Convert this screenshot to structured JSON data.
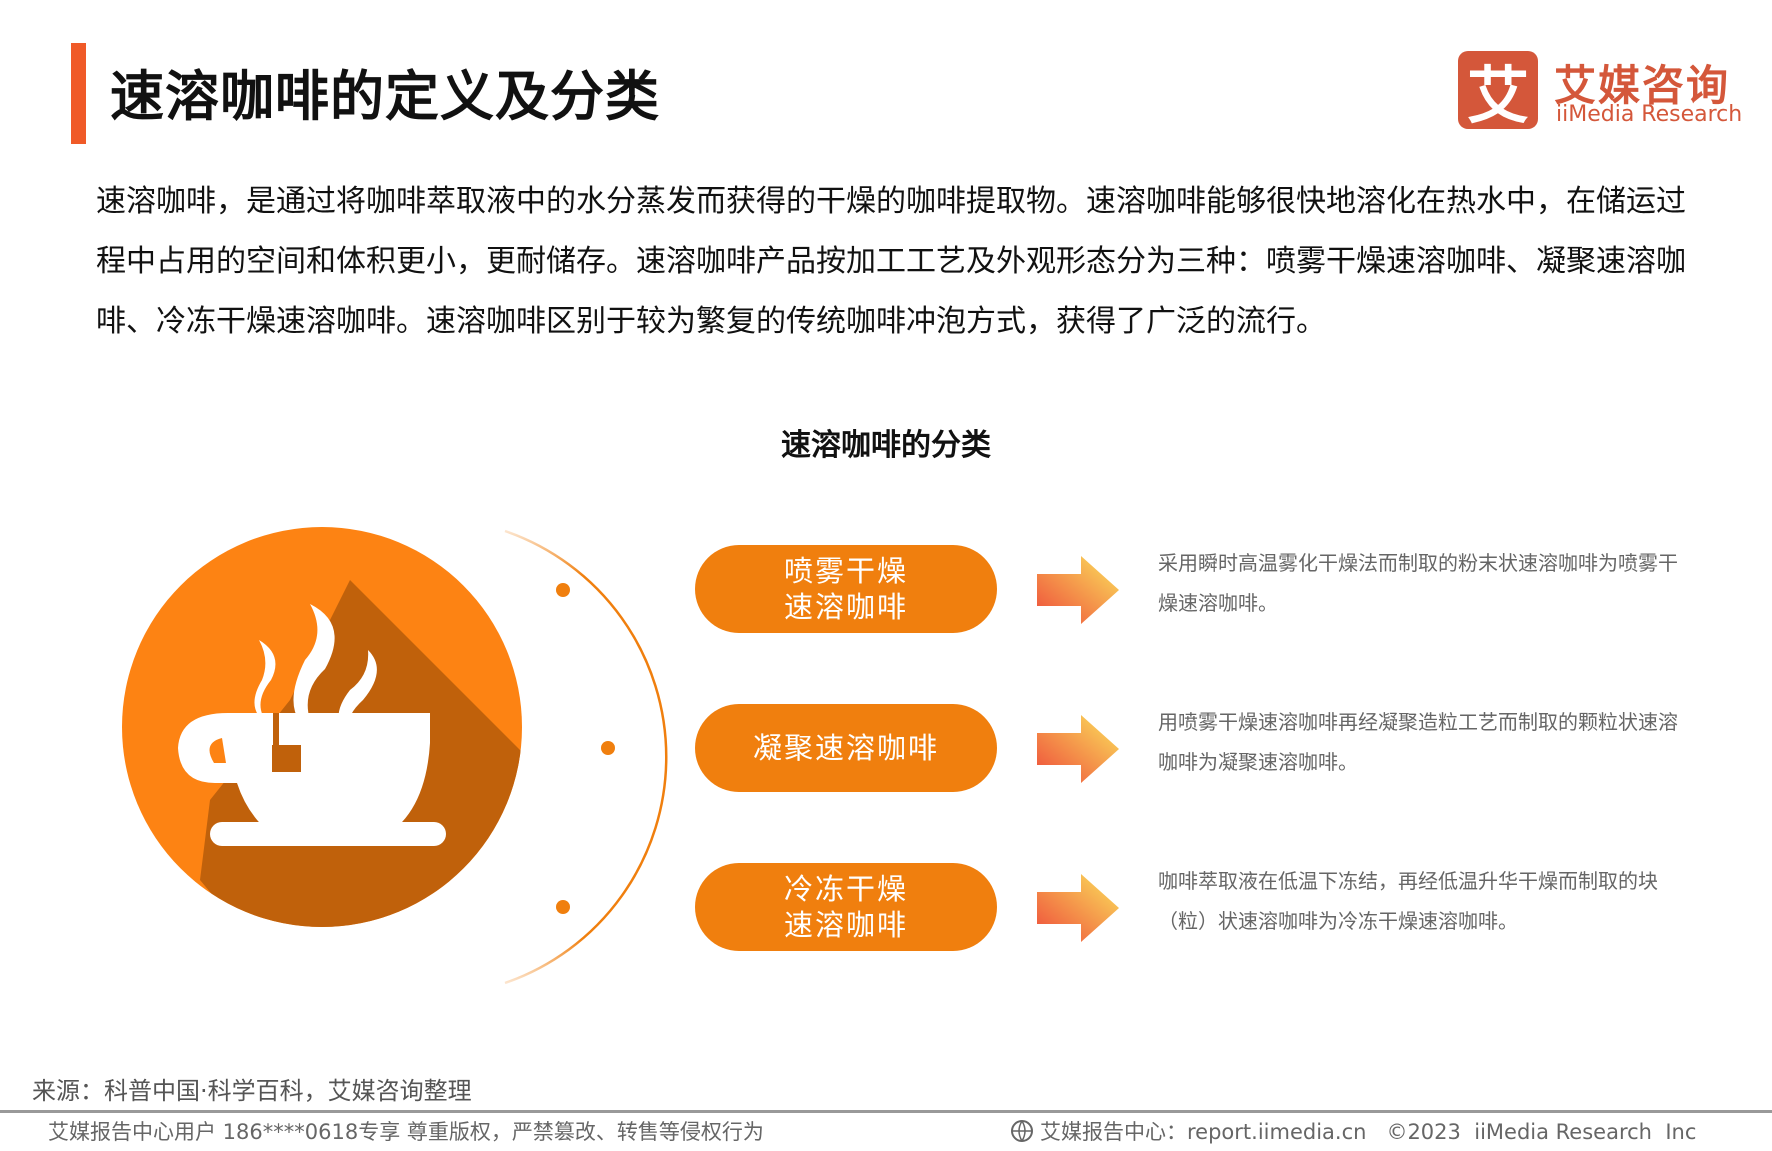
{
  "header": {
    "title": "速溶咖啡的定义及分类",
    "logo_mark": "艾",
    "logo_cn": "艾媒咨询",
    "logo_en": "iiMedia Research"
  },
  "intro": "速溶咖啡，是通过将咖啡萃取液中的水分蒸发而获得的干燥的咖啡提取物。速溶咖啡能够很快地溶化在热水中，在储运过程中占用的空间和体积更小，更耐储存。速溶咖啡产品按加工工艺及外观形态分为三种：喷雾干燥速溶咖啡、凝聚速溶咖啡、冷冻干燥速溶咖啡。速溶咖啡区别于较为繁复的传统咖啡冲泡方式，获得了广泛的流行。",
  "diagram": {
    "title": "速溶咖啡的分类",
    "items": [
      {
        "label": "喷雾干燥\n速溶咖啡",
        "description": "采用瞬时高温雾化干燥法而制取的粉末状速溶咖啡为喷雾干燥速溶咖啡。"
      },
      {
        "label": "凝聚速溶咖啡",
        "description": "用喷雾干燥速溶咖啡再经凝聚造粒工艺而制取的颗粒状速溶咖啡为凝聚速溶咖啡。"
      },
      {
        "label": "冷冻干燥\n速溶咖啡",
        "description": "咖啡萃取液在低温下冻结，再经低温升华干燥而制取的块（粒）状速溶咖啡为冷冻干燥速溶咖啡。"
      }
    ]
  },
  "source": "来源：科普中国·科学百科，艾媒咨询整理",
  "footer": {
    "left": "艾媒报告中心用户 186****0618专享 尊重版权，严禁篡改、转售等侵权行为",
    "right": "艾媒报告中心：report.iimedia.cn   ©2023  iiMedia Research  Inc"
  },
  "colors": {
    "accent": "#f05a28",
    "pill": "#f07f0e",
    "circle": "#fd8313",
    "shadow": "#c0610b",
    "logo": "#d4573a"
  }
}
